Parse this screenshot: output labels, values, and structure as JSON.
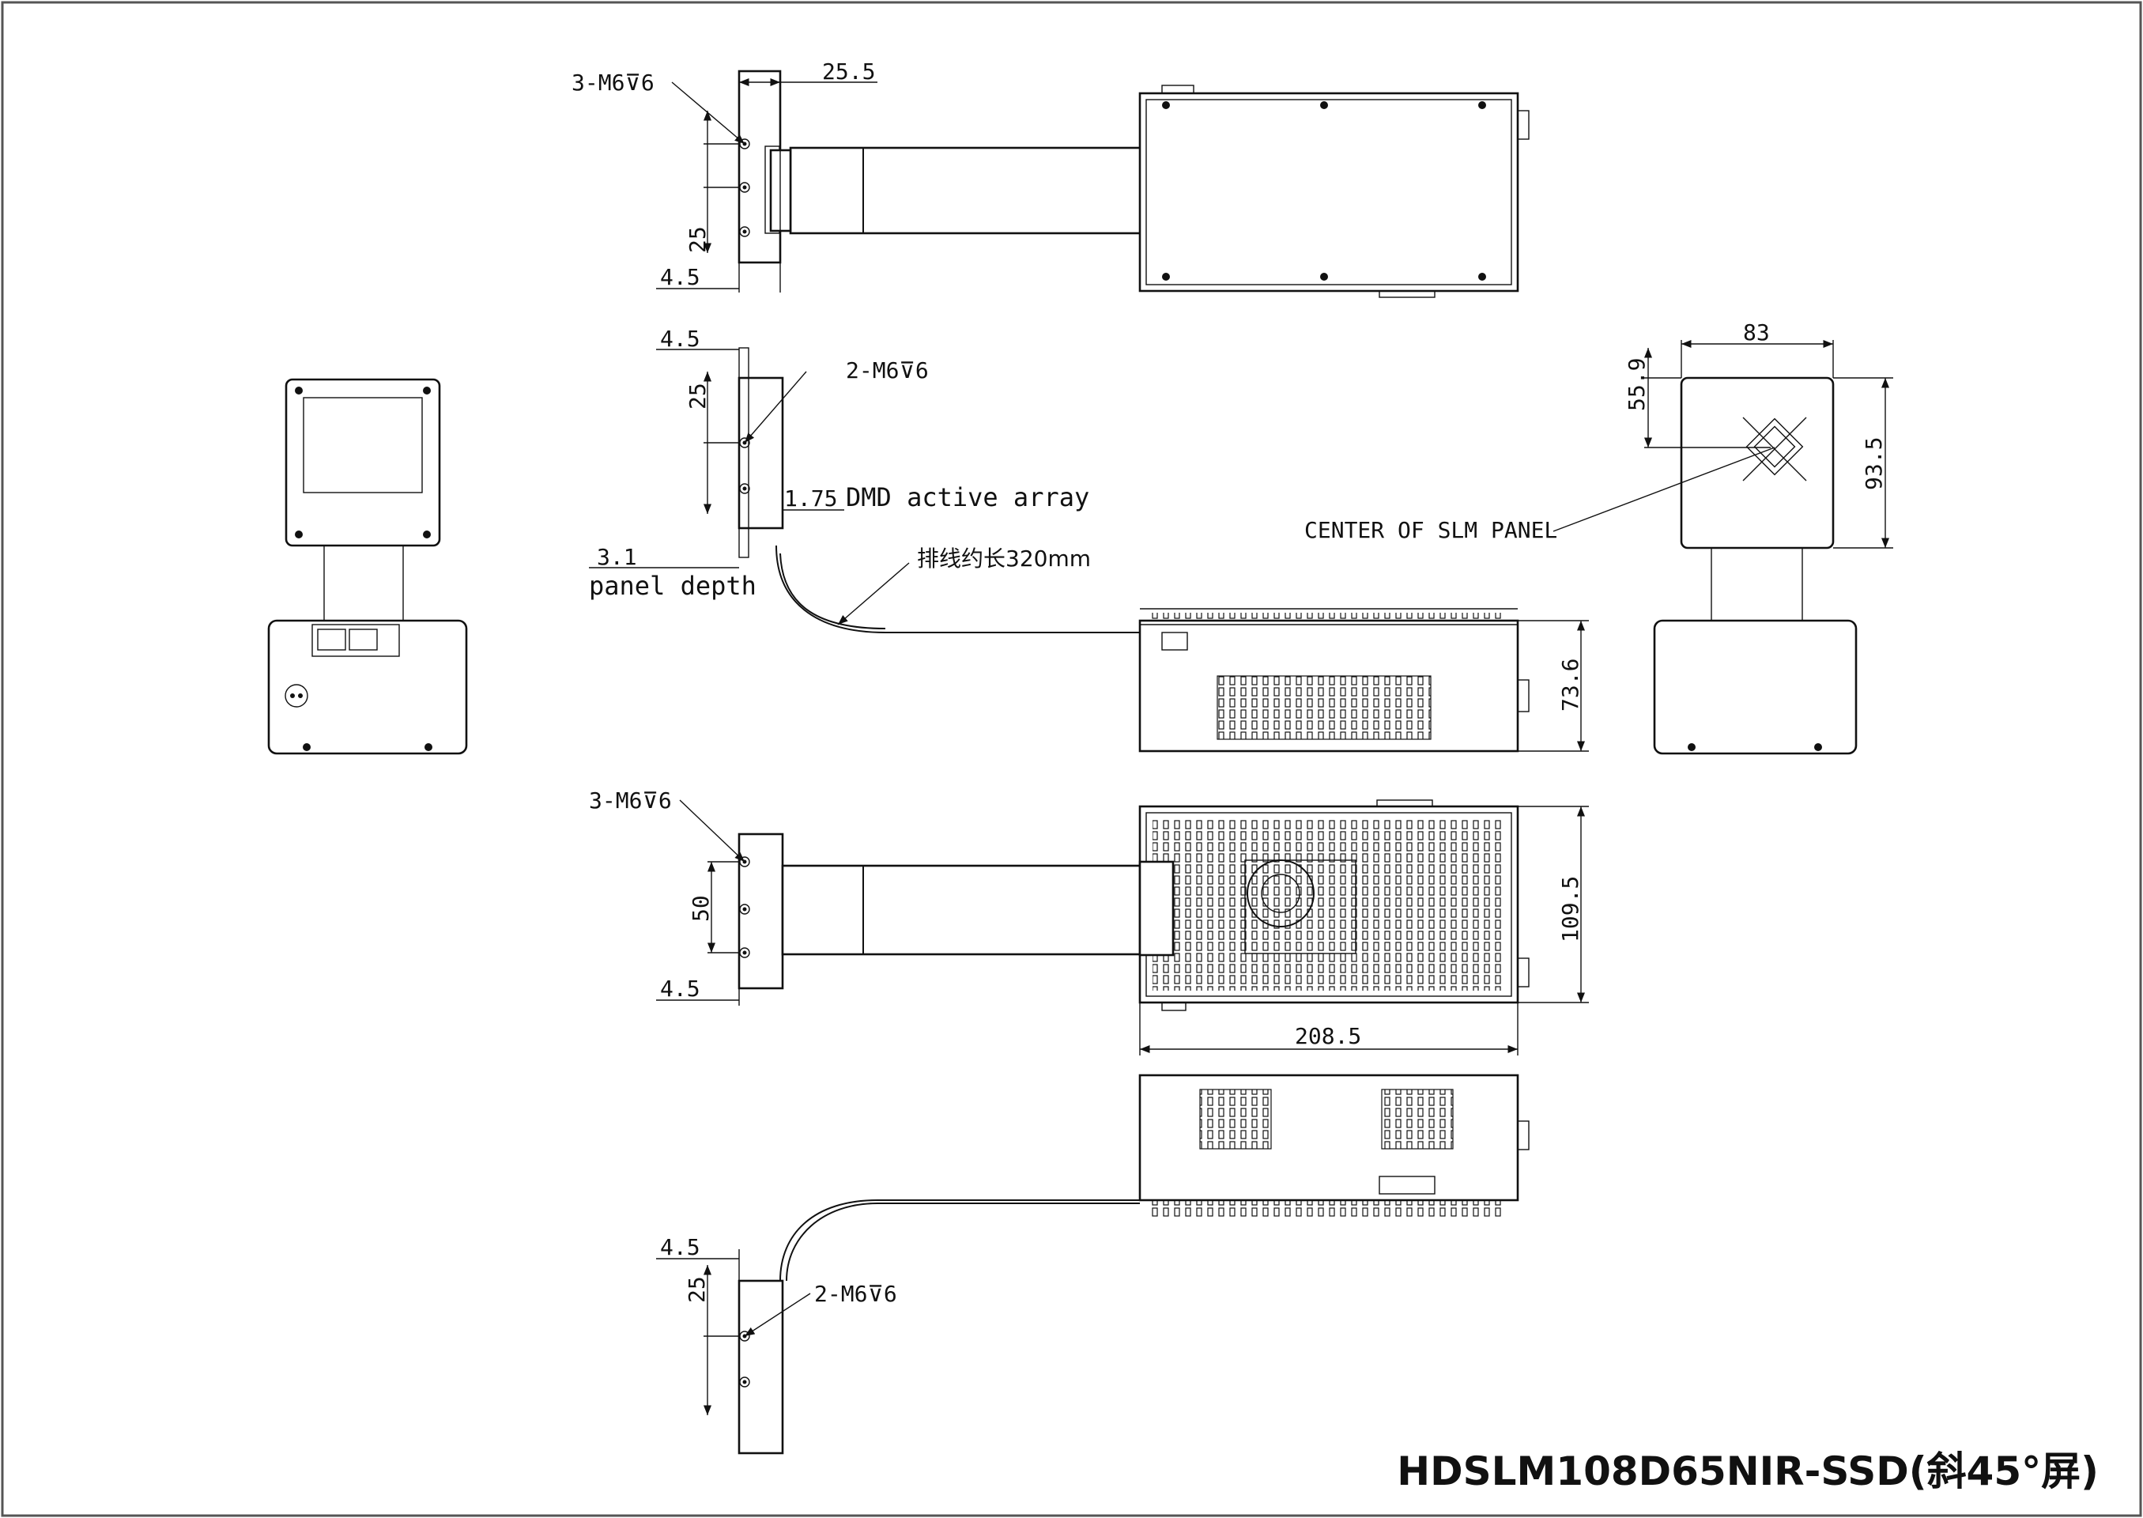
{
  "title": "HDSLM108D65NIR-SSD(斜45°屏)",
  "annotations": {
    "holes_top": "3-M6⊽6",
    "holes_mid": "2-M6⊽6",
    "holes_lower": "3-M6⊽6",
    "holes_bottom": "2-M6⊽6",
    "dmd_label": "DMD active array",
    "panel_depth_label": "panel depth",
    "cable_note": "排线约长320mm",
    "slm_center": "CENTER OF SLM PANEL"
  },
  "dimensions": {
    "d25_5": "25.5",
    "d25_top": "25",
    "d4_5_top": "4.5",
    "d4_5_mid": "4.5",
    "d25_mid": "25",
    "d1_75": "1.75",
    "d3_1": "3.1",
    "d83": "83",
    "d55_9": "55.9",
    "d93_5": "93.5",
    "d73_6": "73.6",
    "d50": "50",
    "d4_5_lower": "4.5",
    "d109_5": "109.5",
    "d208_5": "208.5",
    "d4_5_bottom": "4.5",
    "d25_bottom": "25"
  }
}
